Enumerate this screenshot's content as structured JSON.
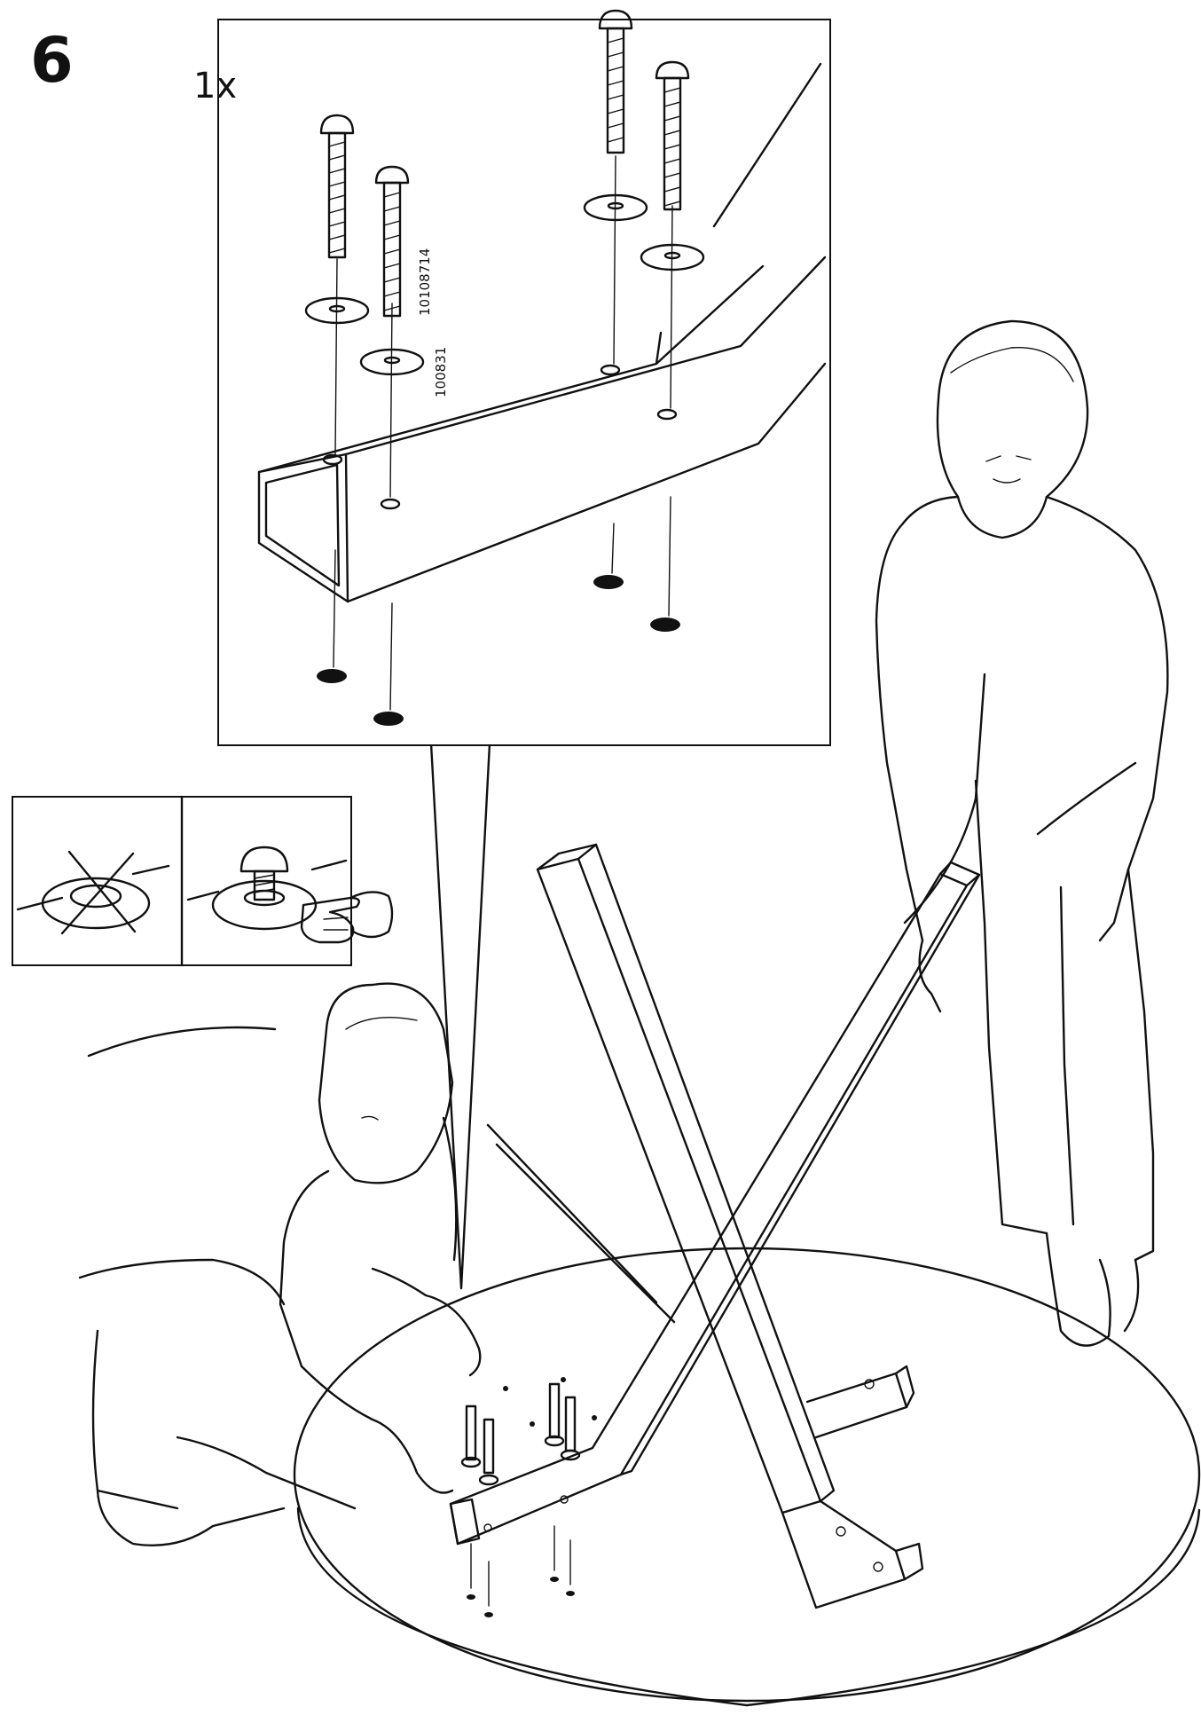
{
  "step": {
    "number": "6"
  },
  "callout": {
    "quantity": "1x",
    "part_numbers": [
      "10108714",
      "100831"
    ]
  },
  "icons": {
    "wrong": "cross-mark-icon",
    "right": "pointing-hand-icon"
  },
  "colors": {
    "line": "#111111",
    "background": "#ffffff"
  }
}
